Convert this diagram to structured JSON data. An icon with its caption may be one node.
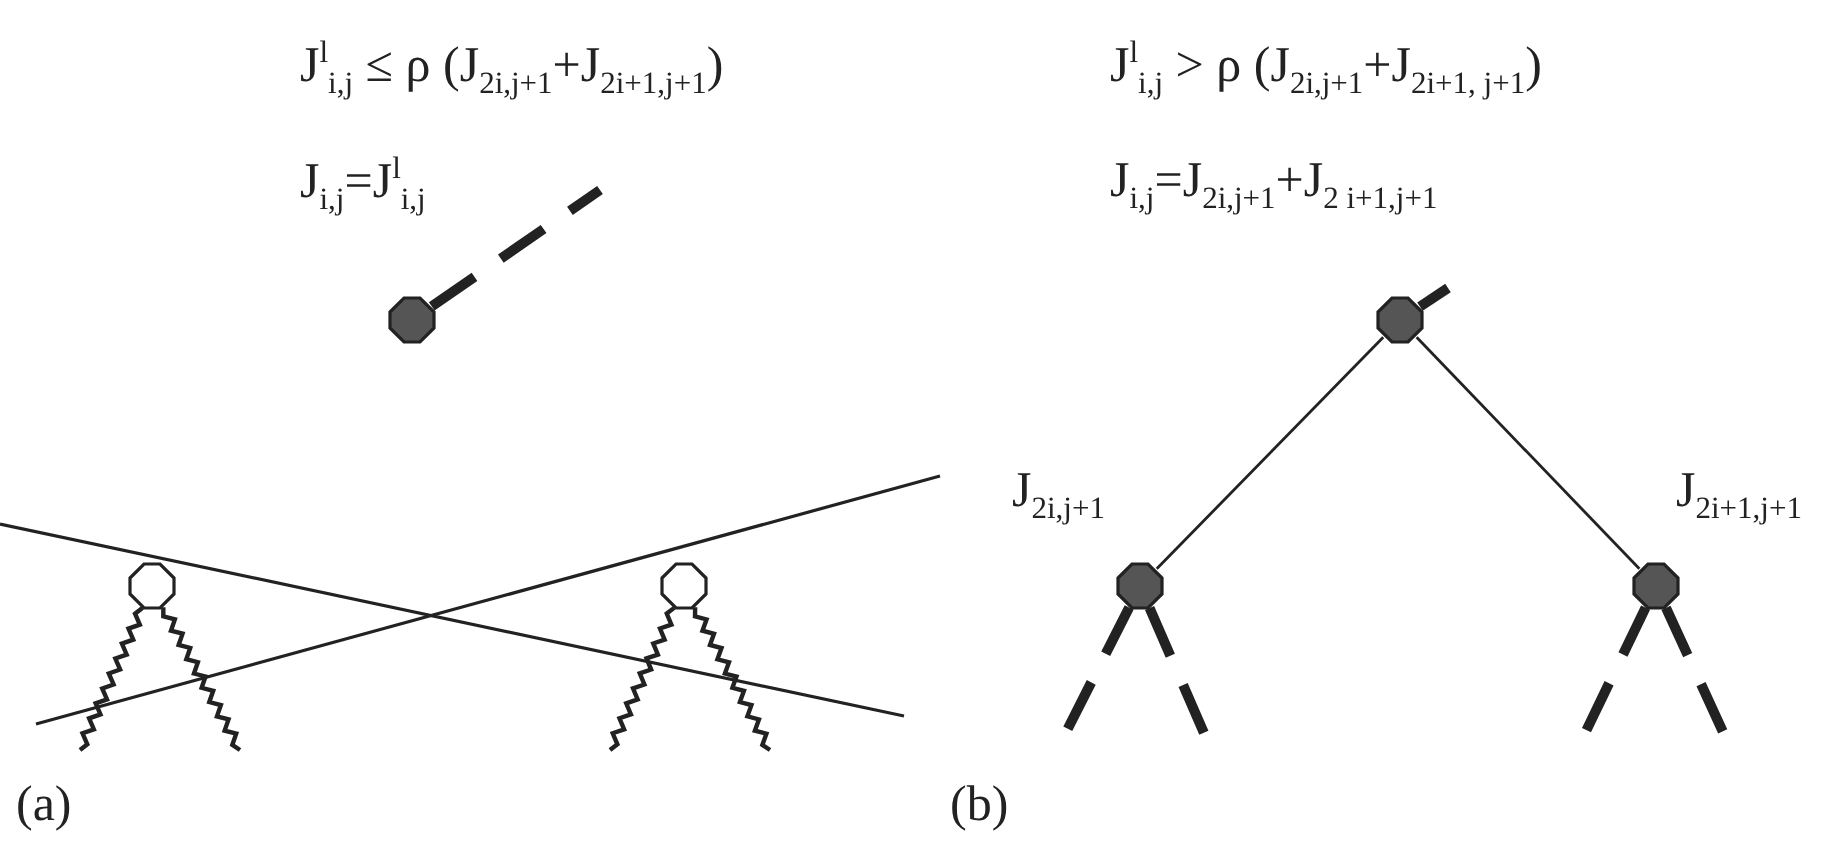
{
  "diagram": {
    "nodes": [
      {
        "text": [],
        "shape": "circle"
      },
      {
        "text": [],
        "shape": "circle"
      },
      {
        "text": [],
        "shape": "circle"
      },
      {
        "text": [],
        "shape": "circle"
      },
      {
        "text": [],
        "shape": "circle",
        "beside": [
          "J$_{2i,j+1}$"
        ]
      },
      {
        "text": [],
        "shape": "circle",
        "beside": [
          "J$_{2i+1,j+1}$"
        ]
      }
    ],
    "edges": [
      {
        "from": 0,
        "to": null,
        "arrow": "none",
        "style": "dashed"
      },
      {
        "from": 1,
        "to": null,
        "arrow": "none"
      },
      {
        "from": 1,
        "to": null,
        "arrow": "none"
      },
      {
        "from": 2,
        "to": null,
        "arrow": "none"
      },
      {
        "from": 2,
        "to": null,
        "arrow": "none"
      },
      {
        "from": 3,
        "to": 4,
        "arrow": "none"
      },
      {
        "from": 3,
        "to": 5,
        "arrow": "none"
      },
      {
        "from": 3,
        "to": null,
        "arrow": "none",
        "style": "thick"
      },
      {
        "from": 4,
        "to": null,
        "arrow": "none",
        "style": "dashed"
      },
      {
        "from": 4,
        "to": null,
        "arrow": "none",
        "style": "dashed"
      },
      {
        "from": 5,
        "to": null,
        "arrow": "none",
        "style": "dashed"
      },
      {
        "from": 5,
        "to": null,
        "arrow": "none",
        "style": "dashed"
      }
    ],
    "labels": [
      "J$^{l}$$_{i,j}$ ≤ ρ (J$_{2i,j+1}$+J$_{2i+1,j+1}$)",
      "J$^{l}$$_{i,j}$ > ρ (J$_{2i,j+1}$+J$_{2i+1, j+1}$)",
      "J$_{i,j}$=J$^{l}$$_{i,j}$",
      "J$_{i,j}$=J$_{2i,j+1}$+J$_{2 i+1,j+1}$",
      "(a)",
      "(b)"
    ]
  }
}
